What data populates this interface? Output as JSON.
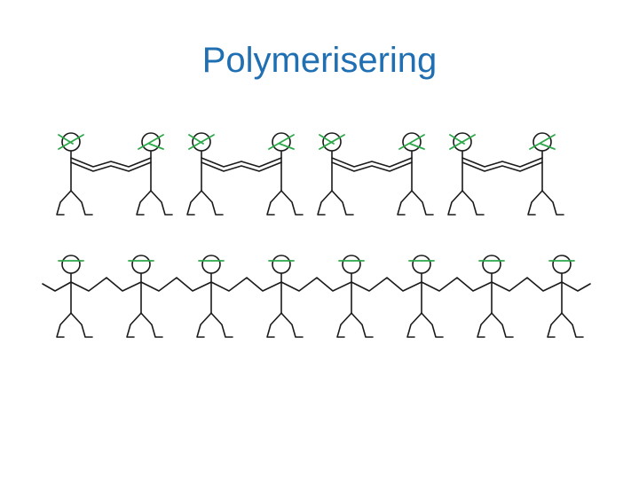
{
  "slide": {
    "title": "Polymerisering"
  },
  "illustration": {
    "subject": "stick-figures",
    "monomer_pairs_count": 4,
    "polymer_chain_figures_count": 8,
    "colors": {
      "title": "#1f6fb2",
      "figure": "#1a1a1a",
      "bond_marker": "#2ea84a"
    }
  }
}
